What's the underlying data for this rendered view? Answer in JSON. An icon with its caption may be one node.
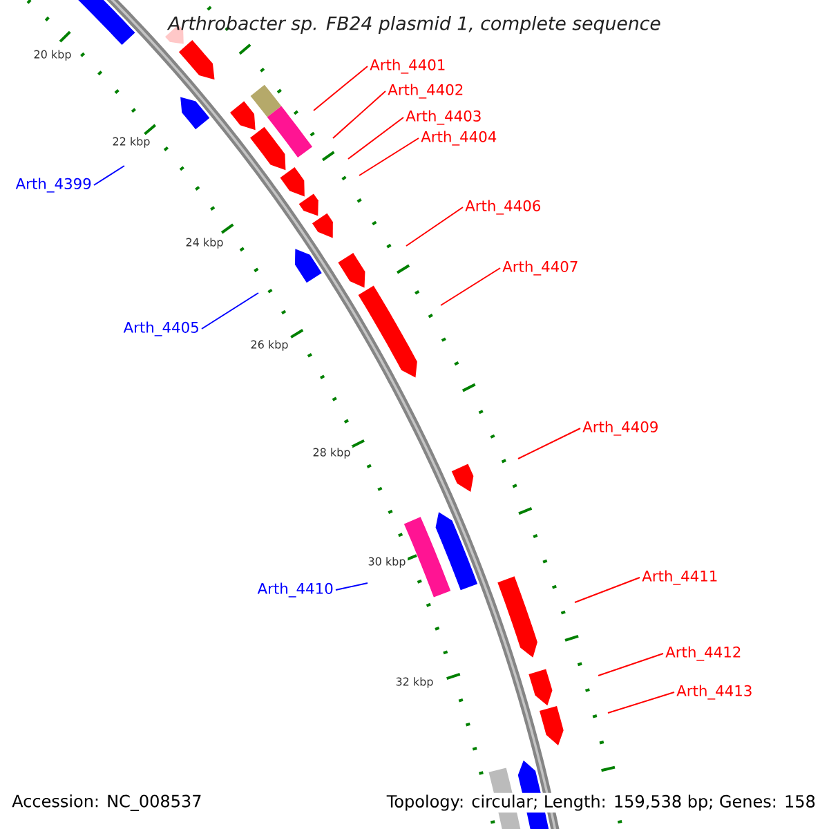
{
  "diagram": {
    "title": "Arthrobacter sp. FB24 plasmid 1, complete sequence",
    "nodes": [
      {
        "text": [
          "Arth_4401"
        ]
      },
      {
        "text": [
          "Arth_4402"
        ]
      },
      {
        "text": [
          "Arth_4403"
        ]
      },
      {
        "text": [
          "Arth_4404"
        ]
      },
      {
        "text": [
          "Arth_4399"
        ]
      },
      {
        "text": [
          "Arth_4406"
        ]
      },
      {
        "text": [
          "Arth_4407"
        ]
      },
      {
        "text": [
          "Arth_4405"
        ]
      },
      {
        "text": [
          "Arth_4409"
        ]
      },
      {
        "text": [
          "Arth_4411"
        ]
      },
      {
        "text": [
          "Arth_4410"
        ]
      },
      {
        "text": [
          "Arth_4412"
        ]
      },
      {
        "text": [
          "Arth_4413"
        ]
      }
    ],
    "edges": [
      {
        "from": 0,
        "to": null,
        "arrow": "none"
      },
      {
        "from": 1,
        "to": null,
        "arrow": "none"
      },
      {
        "from": 2,
        "to": null,
        "arrow": "none"
      },
      {
        "from": 3,
        "to": null,
        "arrow": "none"
      },
      {
        "from": 4,
        "to": null,
        "arrow": "none",
        "color": "#0000ff"
      },
      {
        "from": 5,
        "to": null,
        "arrow": "none"
      },
      {
        "from": 6,
        "to": null,
        "arrow": "none"
      },
      {
        "from": 7,
        "to": null,
        "arrow": "none",
        "color": "#0000ff"
      },
      {
        "from": 8,
        "to": null,
        "arrow": "none"
      },
      {
        "from": 9,
        "to": null,
        "arrow": "none"
      },
      {
        "from": 10,
        "to": null,
        "arrow": "none",
        "color": "#0000ff"
      },
      {
        "from": 11,
        "to": null,
        "arrow": "none"
      },
      {
        "from": 12,
        "to": null,
        "arrow": "none"
      }
    ],
    "labels": [
      "20 kbp",
      "22 kbp",
      "24 kbp",
      "26 kbp",
      "28 kbp",
      "30 kbp",
      "32 kbp",
      "Accession: NC_008537",
      "Topology: circular; Length: 159,538 bp; Genes: 158"
    ]
  }
}
